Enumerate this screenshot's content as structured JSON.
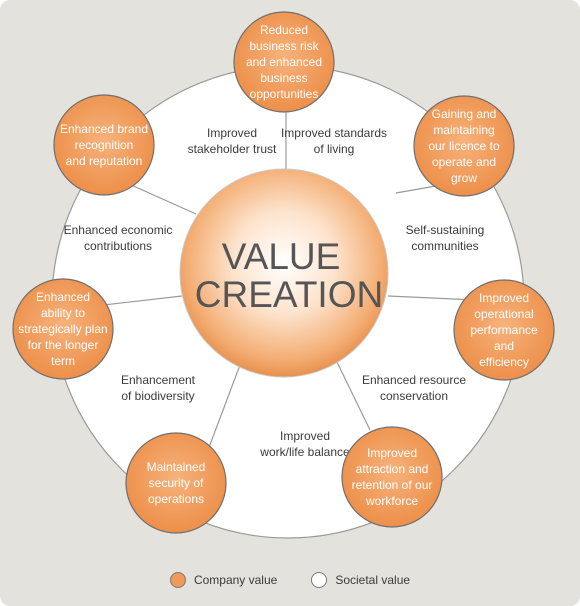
{
  "center": {
    "line1": "VALUE",
    "line2": "CREATION"
  },
  "company_value": [
    {
      "lines": [
        "Reduced",
        "business risk",
        "and enhanced",
        "business",
        "opportunities"
      ]
    },
    {
      "lines": [
        "Gaining and",
        "maintaining",
        "our licence to",
        "operate and",
        "grow"
      ]
    },
    {
      "lines": [
        "Improved",
        "operational",
        "performance",
        "and",
        "efficiency"
      ]
    },
    {
      "lines": [
        "Improved",
        "attraction and",
        "retention of our",
        "workforce"
      ]
    },
    {
      "lines": [
        "Maintained",
        "security of",
        "operations"
      ]
    },
    {
      "lines": [
        "Enhanced",
        "ability to",
        "strategically plan",
        "for the longer",
        "term"
      ]
    },
    {
      "lines": [
        "Enhanced brand",
        "recognition",
        "and reputation"
      ]
    }
  ],
  "societal_value": [
    {
      "lines": [
        "Improved standards",
        "of living"
      ]
    },
    {
      "lines": [
        "Self-sustaining",
        "communities"
      ]
    },
    {
      "lines": [
        "Enhanced resource",
        "conservation"
      ]
    },
    {
      "lines": [
        "Improved",
        "work/life balance"
      ]
    },
    {
      "lines": [
        "Enhancement",
        "of biodiversity"
      ]
    },
    {
      "lines": [
        "Enhanced economic",
        "contributions"
      ]
    },
    {
      "lines": [
        "Improved",
        "stakeholder trust"
      ]
    }
  ],
  "legend": {
    "company_label": "Company value",
    "societal_label": "Societal value"
  },
  "colors": {
    "company_fill": "#f09a58",
    "company_edge": "#e07f35",
    "ring_fill": "#ffffff",
    "background": "#e3e2dc"
  }
}
